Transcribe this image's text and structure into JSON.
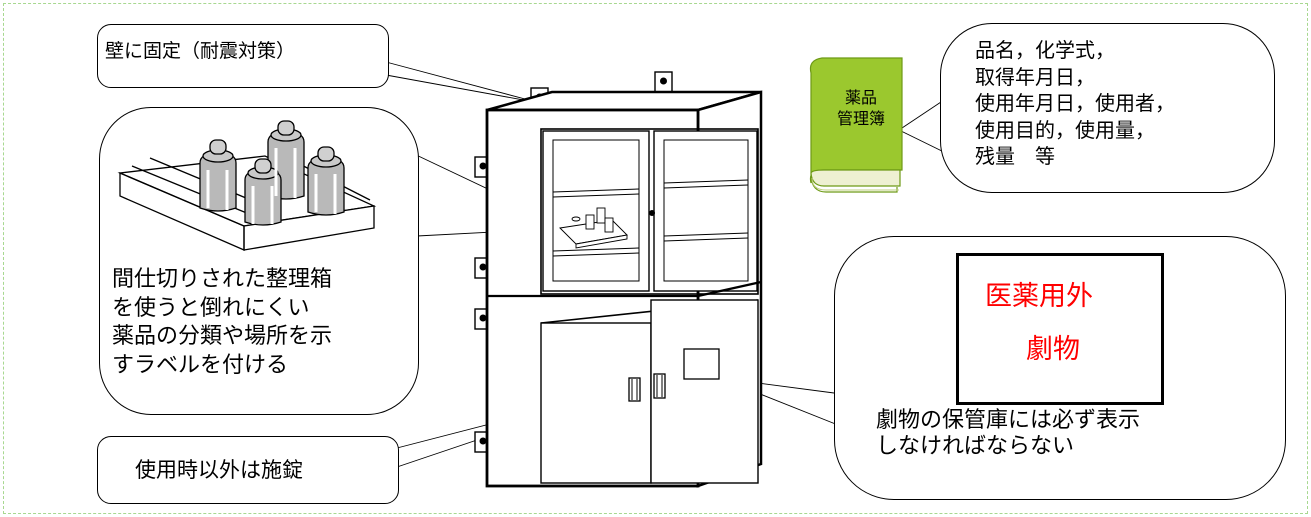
{
  "title": "",
  "colors": {
    "book_cover": "#9bc82e",
    "book_cover_dark": "#6e9a16",
    "book_pages": "#eef0d2",
    "warning_text": "#ff0000",
    "page_border": "#a8d890",
    "bottle_fill": "#b9b9b9"
  },
  "callouts": {
    "wall_fix": "壁に固定（耐震対策）",
    "storage_box": "間仕切りされた整理箱\nを使うと倒れにくい\n薬品の分類や場所を示\nすラベルを付ける",
    "locking": "使用時以外は施錠",
    "ledger": "品名，化学式，\n取得年月日，\n使用年月日，使用者，\n使用目的，使用量，\n残量　等",
    "display_requirement": "劇物の保管庫には必ず表示\nしなければならない"
  },
  "book": {
    "title": "薬品\n管理簿",
    "icon": "ledger-book-icon"
  },
  "warning_sign": {
    "line1": "医薬用外",
    "line2": "劇物"
  },
  "cabinet": {
    "icon": "storage-cabinet-icon",
    "upper_doors": "glass",
    "lower_doors": "solid",
    "wall_brackets": 6,
    "handles": 2
  }
}
